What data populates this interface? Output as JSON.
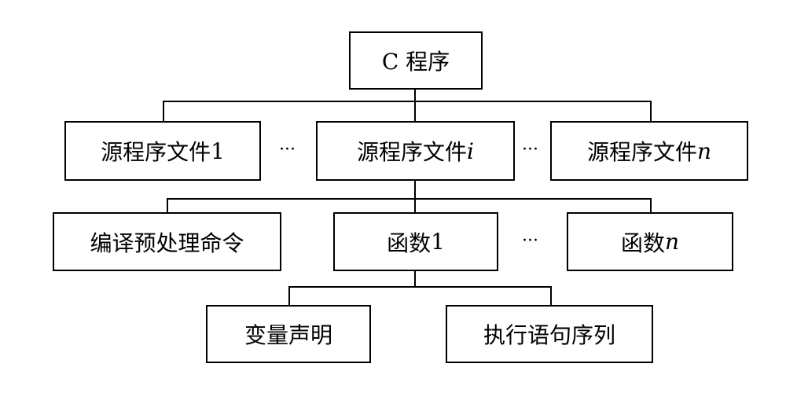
{
  "diagram": {
    "root": {
      "label": "C 程序"
    },
    "level1": [
      {
        "label": "源程序文件 ",
        "var": "1",
        "var_italic": false
      },
      {
        "label": "源程序文件 ",
        "var": "i",
        "var_italic": true
      },
      {
        "label": "源程序文件 ",
        "var": "n",
        "var_italic": true
      }
    ],
    "level2": [
      {
        "label": "编译预处理命令",
        "var": "",
        "var_italic": false
      },
      {
        "label": "函数 ",
        "var": "1",
        "var_italic": false
      },
      {
        "label": "函数 ",
        "var": "n",
        "var_italic": true
      }
    ],
    "level3": [
      {
        "label": "变量声明"
      },
      {
        "label": "执行语句序列"
      }
    ],
    "ellipsis": "···"
  }
}
